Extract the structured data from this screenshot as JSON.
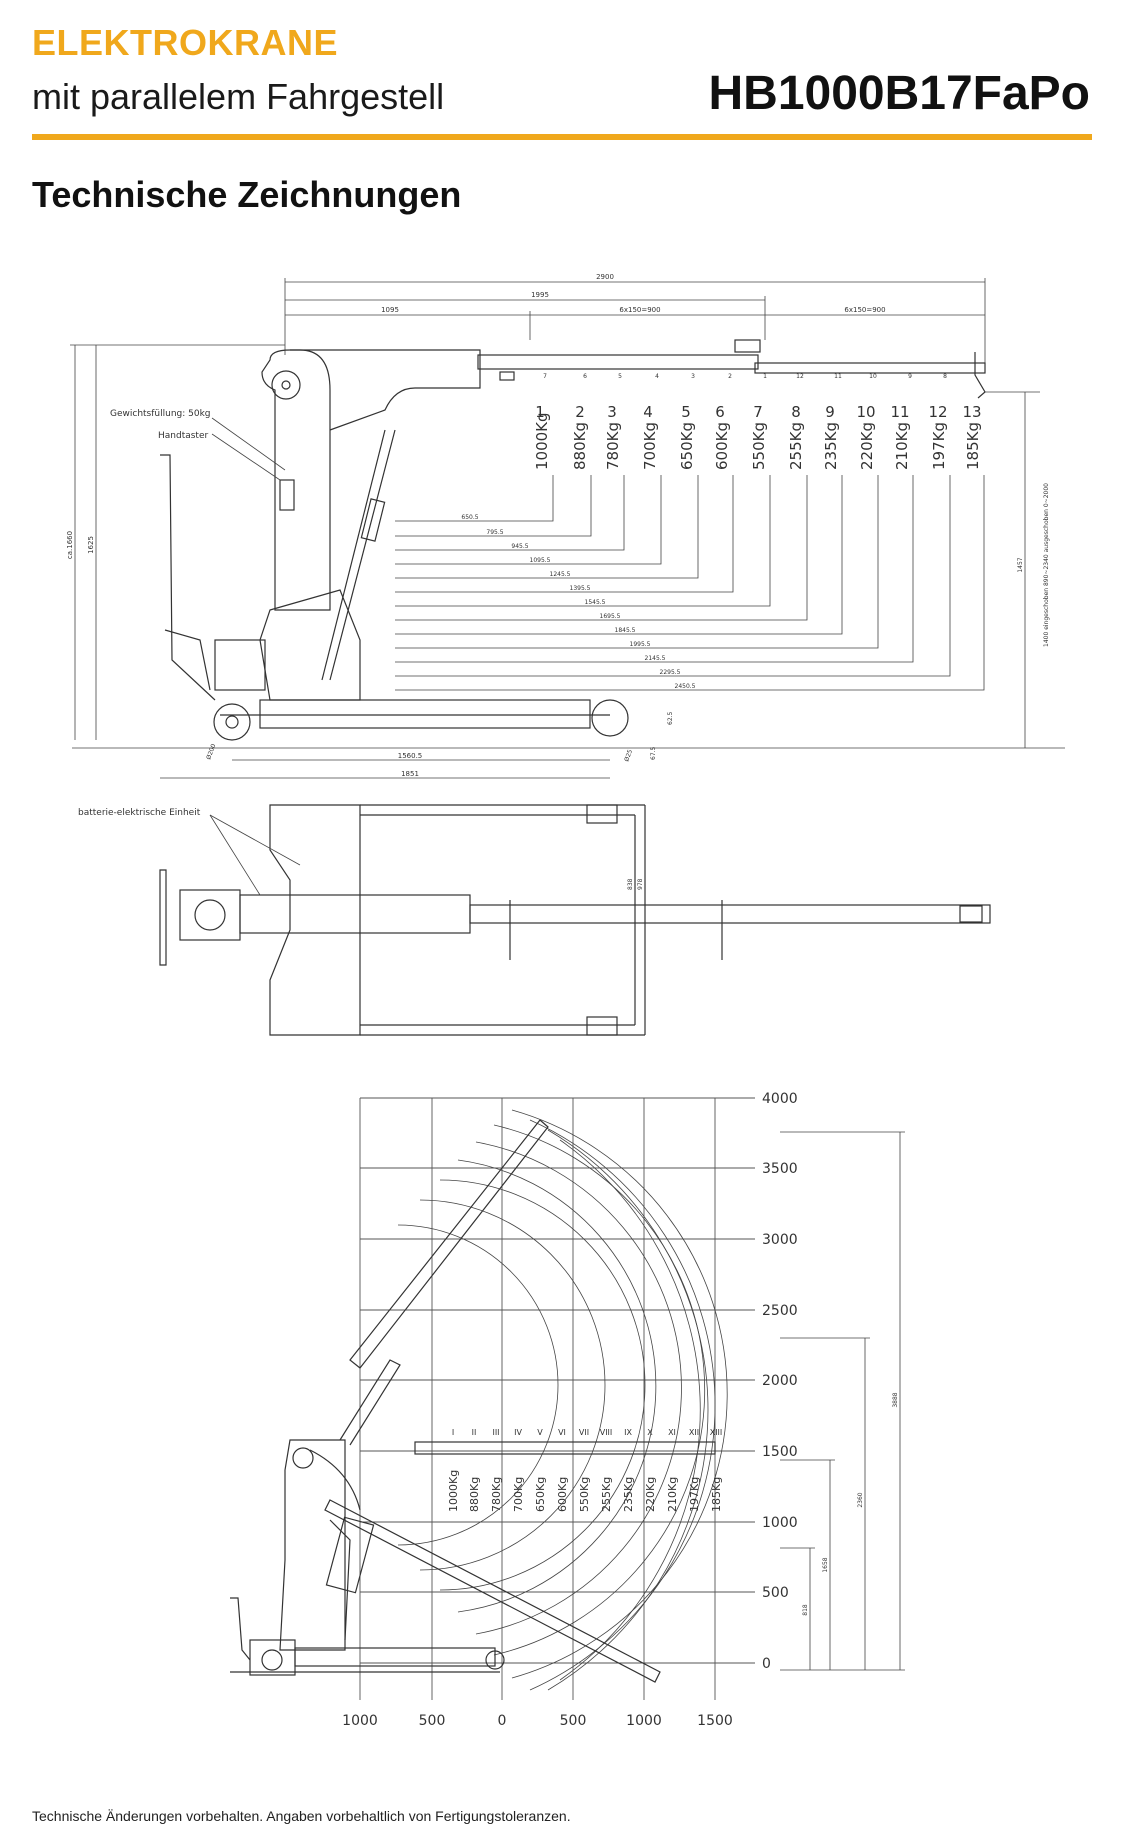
{
  "header": {
    "brand": "ELEKTROKRANE",
    "subtitle": "mit parallelem Fahrgestell",
    "model": "HB1000B17FaPo",
    "accent_color": "#f0a81c"
  },
  "section_title": "Technische Zeichnungen",
  "side_view": {
    "top_dims": [
      "2900",
      "1995",
      "1095",
      "6x150=900",
      "6x150=900"
    ],
    "labels": [
      "Gewichtsfüllung: 50kg",
      "Handtaster"
    ],
    "positions": [
      "1",
      "2",
      "3",
      "4",
      "5",
      "6",
      "7",
      "8",
      "9",
      "10",
      "11",
      "12",
      "13"
    ],
    "loads": [
      "1000Kg",
      "880Kg",
      "780Kg",
      "700Kg",
      "650Kg",
      "600Kg",
      "550Kg",
      "255Kg",
      "235Kg",
      "220Kg",
      "210Kg",
      "197Kg",
      "185Kg"
    ],
    "reach_dims": [
      "650.5",
      "795.5",
      "945.5",
      "1095.5",
      "1245.5",
      "1395.5",
      "1545.5",
      "1695.5",
      "1845.5",
      "1995.5",
      "2145.5",
      "2295.5",
      "2450.5"
    ],
    "left_dims": [
      "ca.1660",
      "1625"
    ],
    "right_dims": [
      "1457",
      "1400 eingeschoben 890~2340 ausgeschoben 0~2000"
    ],
    "bottom_dims": [
      "1560.5",
      "1851",
      "Ø200",
      "Ø25",
      "62.5",
      "67.5"
    ]
  },
  "top_view": {
    "label": "batterie-elektrische Einheit",
    "dims": [
      "838",
      "978"
    ]
  },
  "load_chart": {
    "y_ticks": [
      "0",
      "500",
      "1000",
      "1500",
      "2000",
      "2500",
      "3000",
      "3500",
      "4000"
    ],
    "x_ticks": [
      "1000",
      "500",
      "0",
      "500",
      "1000",
      "1500"
    ],
    "roman": [
      "I",
      "II",
      "III",
      "IV",
      "V",
      "VI",
      "VII",
      "VIII",
      "IX",
      "X",
      "XI",
      "XII",
      "XIII"
    ],
    "loads": [
      "1000Kg",
      "880Kg",
      "780Kg",
      "700Kg",
      "650Kg",
      "600Kg",
      "550Kg",
      "255Kg",
      "235Kg",
      "220Kg",
      "210Kg",
      "197Kg",
      "185Kg"
    ],
    "side_dims": [
      "3888",
      "2360",
      "1658",
      "818"
    ]
  },
  "footer": "Technische Änderungen vorbehalten. Angaben vorbehaltlich von Fertigungstoleranzen."
}
